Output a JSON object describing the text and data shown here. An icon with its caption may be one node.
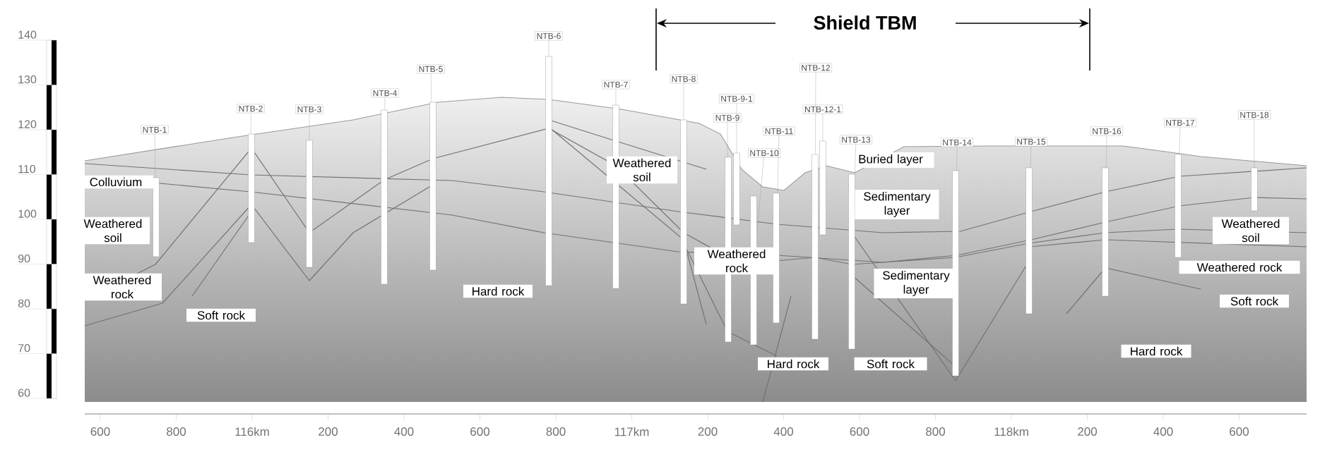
{
  "diagram": {
    "nodes": [
      {
        "text": [
          "NTB-1"
        ]
      },
      {
        "text": [
          "NTB-2"
        ]
      },
      {
        "text": [
          "NTB-3"
        ]
      },
      {
        "text": [
          "NTB-4"
        ]
      },
      {
        "text": [
          "NTB-5"
        ]
      },
      {
        "text": [
          "NTB-6"
        ]
      },
      {
        "text": [
          "NTB-7"
        ]
      },
      {
        "text": [
          "NTB-8"
        ]
      },
      {
        "text": [
          "NTB-9-1"
        ]
      },
      {
        "text": [
          "NTB-9"
        ]
      },
      {
        "text": [
          "NTB-10"
        ]
      },
      {
        "text": [
          "NTB-11"
        ]
      },
      {
        "text": [
          "NTB-12"
        ]
      },
      {
        "text": [
          "NTB-12-1"
        ]
      },
      {
        "text": [
          "NTB-13"
        ]
      },
      {
        "text": [
          "NTB-14"
        ]
      },
      {
        "text": [
          "NTB-15"
        ]
      },
      {
        "text": [
          "NTB-16"
        ]
      },
      {
        "text": [
          "NTB-17"
        ]
      },
      {
        "text": [
          "NTB-18"
        ]
      },
      {
        "text": [],
        "shape": "bar"
      },
      {
        "text": [],
        "shape": "bar"
      },
      {
        "text": [],
        "shape": "bar"
      },
      {
        "text": [],
        "shape": "bar"
      },
      {
        "text": [],
        "shape": "bar"
      },
      {
        "text": [],
        "shape": "bar"
      },
      {
        "text": [],
        "shape": "bar"
      },
      {
        "text": [],
        "shape": "bar"
      },
      {
        "text": [],
        "shape": "bar"
      },
      {
        "text": [],
        "shape": "bar"
      },
      {
        "text": [],
        "shape": "bar"
      },
      {
        "text": [],
        "shape": "bar"
      },
      {
        "text": [],
        "shape": "bar"
      },
      {
        "text": [],
        "shape": "bar"
      },
      {
        "text": [],
        "shape": "bar"
      },
      {
        "text": [],
        "shape": "bar"
      },
      {
        "text": [],
        "shape": "bar"
      },
      {
        "text": [],
        "shape": "bar"
      },
      {
        "text": [],
        "shape": "bar"
      },
      {
        "text": [],
        "shape": "bar"
      },
      {
        "text": [
          "Colluvium"
        ]
      },
      {
        "text": [
          "Weathered soil"
        ]
      },
      {
        "text": [
          "Weathered rock"
        ]
      },
      {
        "text": [
          "Soft rock"
        ]
      },
      {
        "text": [
          "Hard rock"
        ]
      },
      {
        "text": [
          "Weathered soil"
        ]
      },
      {
        "text": [
          "Buried layer"
        ]
      },
      {
        "text": [
          "Sedimentary layer"
        ]
      },
      {
        "text": [
          "Weathered rock"
        ]
      },
      {
        "text": [
          "Sedimentary layer"
        ]
      },
      {
        "text": [
          "Hard rock"
        ]
      },
      {
        "text": [
          "Soft rock"
        ]
      },
      {
        "text": [
          "Weathered soil"
        ]
      },
      {
        "text": [
          "Weathered rock"
        ]
      },
      {
        "text": [
          "Soft rock"
        ]
      },
      {
        "text": [
          "Hard rock"
        ]
      }
    ],
    "edges": [
      {
        "from": 0,
        "to": 20,
        "arrow": "none"
      },
      {
        "from": 1,
        "to": 21,
        "arrow": "none"
      },
      {
        "from": 2,
        "to": 22,
        "arrow": "none"
      },
      {
        "from": 3,
        "to": 23,
        "arrow": "none"
      },
      {
        "from": 4,
        "to": 24,
        "arrow": "none"
      },
      {
        "from": 5,
        "to": 25,
        "arrow": "none"
      },
      {
        "from": 6,
        "to": 26,
        "arrow": "none"
      },
      {
        "from": 7,
        "to": 27,
        "arrow": "none"
      },
      {
        "from": 8,
        "to": 28,
        "arrow": "none"
      },
      {
        "from": 9,
        "to": 29,
        "arrow": "none"
      },
      {
        "from": 10,
        "to": 30,
        "arrow": "none"
      },
      {
        "from": 11,
        "to": 31,
        "arrow": "none"
      },
      {
        "from": 12,
        "to": 32,
        "arrow": "none"
      },
      {
        "from": 13,
        "to": 33,
        "arrow": "none"
      },
      {
        "from": 14,
        "to": 34,
        "arrow": "none"
      },
      {
        "from": 15,
        "to": 35,
        "arrow": "none"
      },
      {
        "from": 16,
        "to": 36,
        "arrow": "none"
      },
      {
        "from": 17,
        "to": 37,
        "arrow": "none"
      },
      {
        "from": 18,
        "to": 38,
        "arrow": "none"
      },
      {
        "from": 19,
        "to": 39,
        "arrow": "none"
      }
    ],
    "labels": [
      "Shield TBM",
      "140",
      "130",
      "120",
      "110",
      "100",
      "90",
      "80",
      "70",
      "60",
      "600",
      "800",
      "116km",
      "200",
      "400",
      "600",
      "800",
      "117km",
      "200",
      "400",
      "600",
      "800",
      "118km",
      "200",
      "400",
      "600"
    ]
  }
}
